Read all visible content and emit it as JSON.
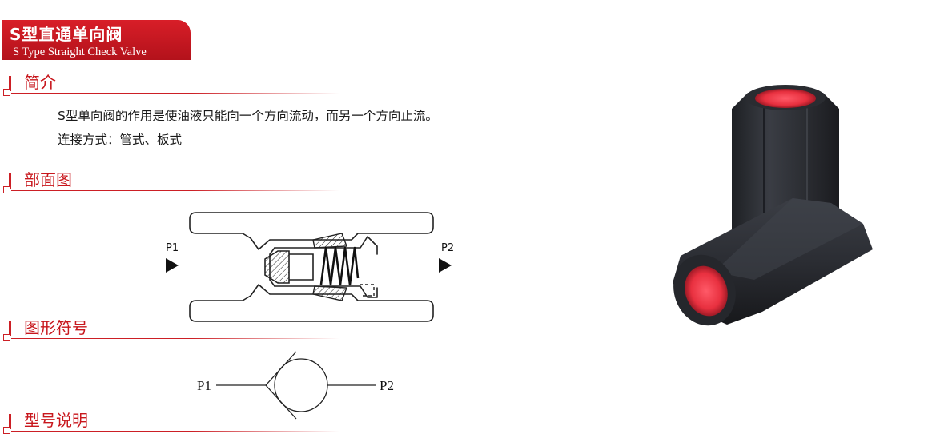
{
  "title": {
    "cn": "S型直通单向阀",
    "en": "S Type Straight Check Valve"
  },
  "sections": {
    "intro": "简介",
    "section_view": "部面图",
    "symbol": "图形符号",
    "model": "型号说明"
  },
  "intro_lines": [
    "S型单向阀的作用是使油液只能向一个方向流动，而另一个方向止流。",
    "连接方式：管式、板式"
  ],
  "section_diagram": {
    "inlet_label": "P1",
    "outlet_label": "P2"
  },
  "symbol_diagram": {
    "inlet_label": "P1",
    "outlet_label": "P2"
  },
  "colors": {
    "brand_red": "#cc1f25",
    "valve_body": "#2f3238",
    "port_insert": "#e8303f"
  }
}
